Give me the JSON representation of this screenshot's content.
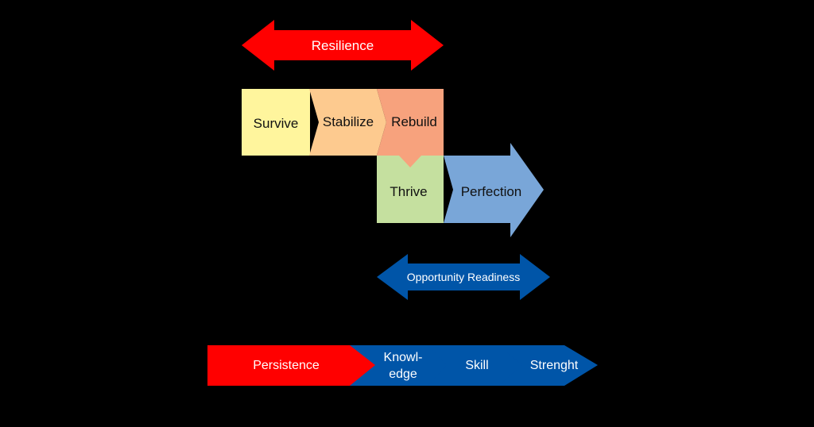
{
  "colors": {
    "background": "#000000",
    "resilience": "#ff0000",
    "survive": "#fff59d",
    "stabilize": "#fdca8f",
    "rebuild": "#f7a27d",
    "thrive": "#c5e09f",
    "perfection": "#79a6d8",
    "opportunity": "#0055a8",
    "persistence": "#ff0000",
    "blue_chevron": "#0055a8"
  },
  "top": {
    "resilience_label": "Resilience"
  },
  "stages": {
    "survive": "Survive",
    "stabilize": "Stabilize",
    "rebuild": "Rebuild",
    "thrive": "Thrive",
    "perfection": "Perfection"
  },
  "opportunity": {
    "label": "Opportunity Readiness"
  },
  "bottom": {
    "persistence": "Persistence",
    "knowledge_line1": "Knowl-",
    "knowledge_line2": "edge",
    "skill": "Skill",
    "strength": "Strenght"
  }
}
